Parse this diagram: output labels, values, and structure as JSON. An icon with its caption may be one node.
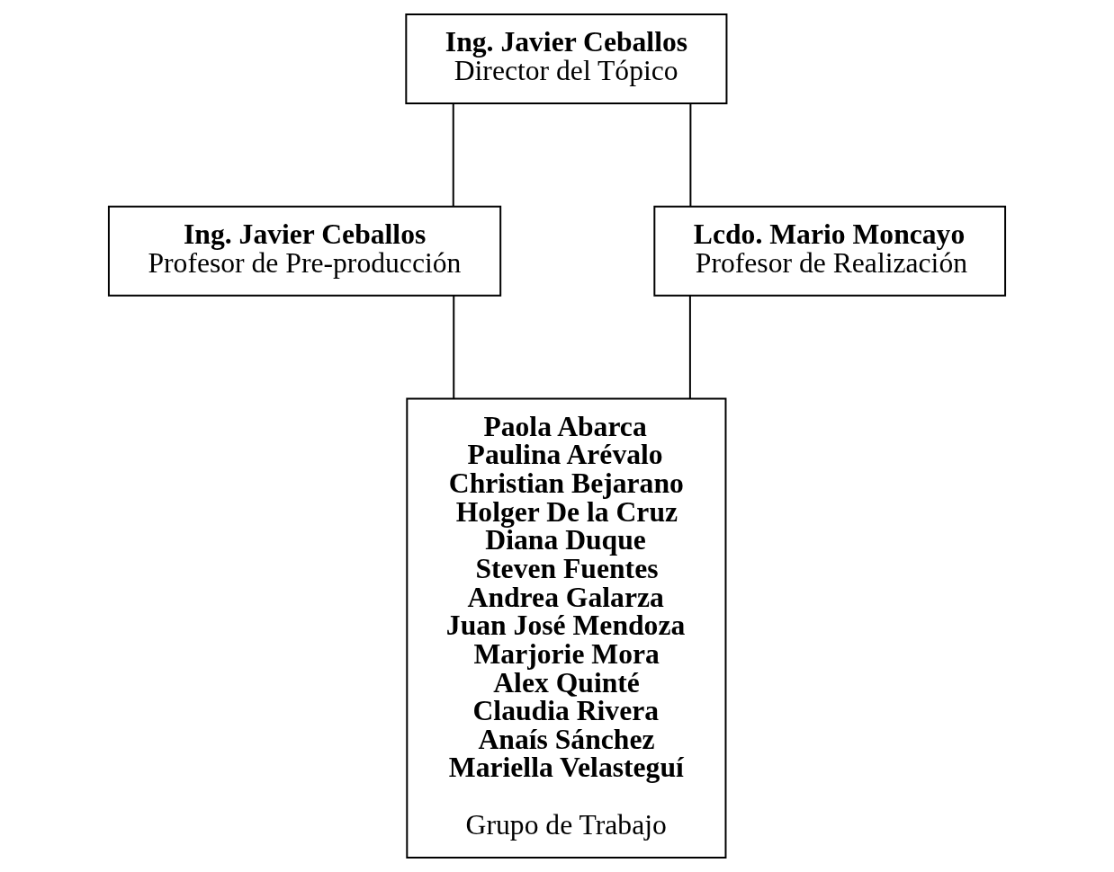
{
  "diagram": {
    "nodes": [
      {
        "text": [
          "Ing. Javier Ceballos",
          "Director del Tópico"
        ]
      },
      {
        "text": [
          "Ing. Javier Ceballos",
          "Profesor de Pre-producción"
        ]
      },
      {
        "text": [
          "Lcdo. Mario Moncayo",
          "Profesor de Realización"
        ]
      },
      {
        "text": [
          "Paola Abarca",
          "Paulina Arévalo",
          "Christian Bejarano",
          "Holger De la Cruz",
          "Diana Duque",
          "Steven Fuentes",
          "Andrea Galarza",
          "Juan José Mendoza",
          "Marjorie Mora",
          "Alex Quinté",
          "Claudia Rivera",
          "Anaís Sánchez",
          "Mariella Velasteguí",
          "Grupo de Trabajo"
        ]
      }
    ],
    "edges": [
      {
        "from": 0,
        "to": 1,
        "arrow": "none"
      },
      {
        "from": 0,
        "to": 2,
        "arrow": "none"
      },
      {
        "from": 1,
        "to": 3,
        "arrow": "none"
      },
      {
        "from": 2,
        "to": 3,
        "arrow": "none"
      }
    ]
  }
}
